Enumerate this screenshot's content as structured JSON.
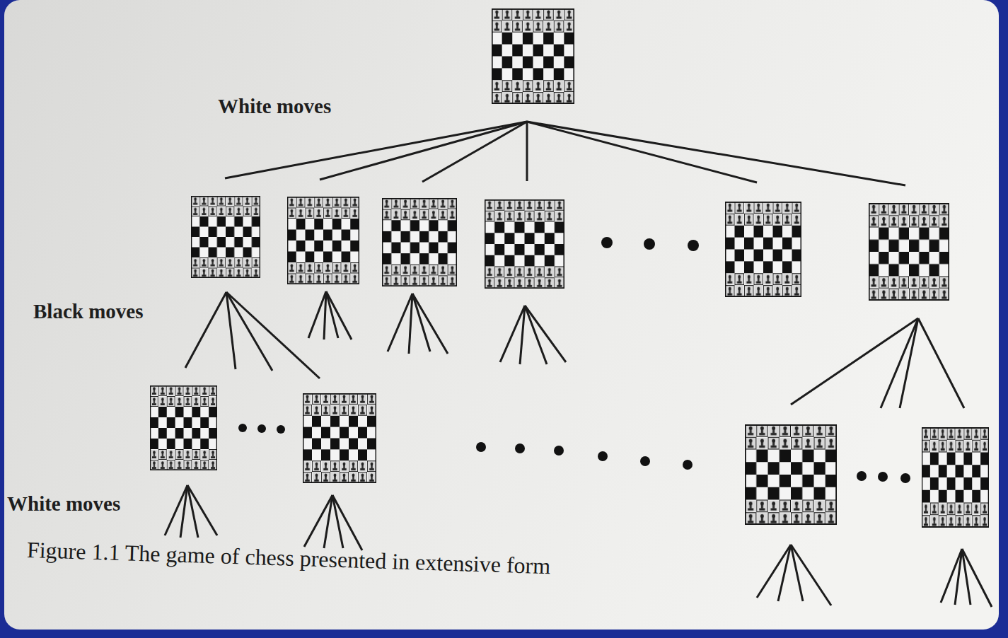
{
  "diagram": {
    "caption": "Figure 1.1 The game of chess presented in extensive form",
    "labels": [
      "White moves",
      "Black moves",
      "White moves"
    ]
  }
}
